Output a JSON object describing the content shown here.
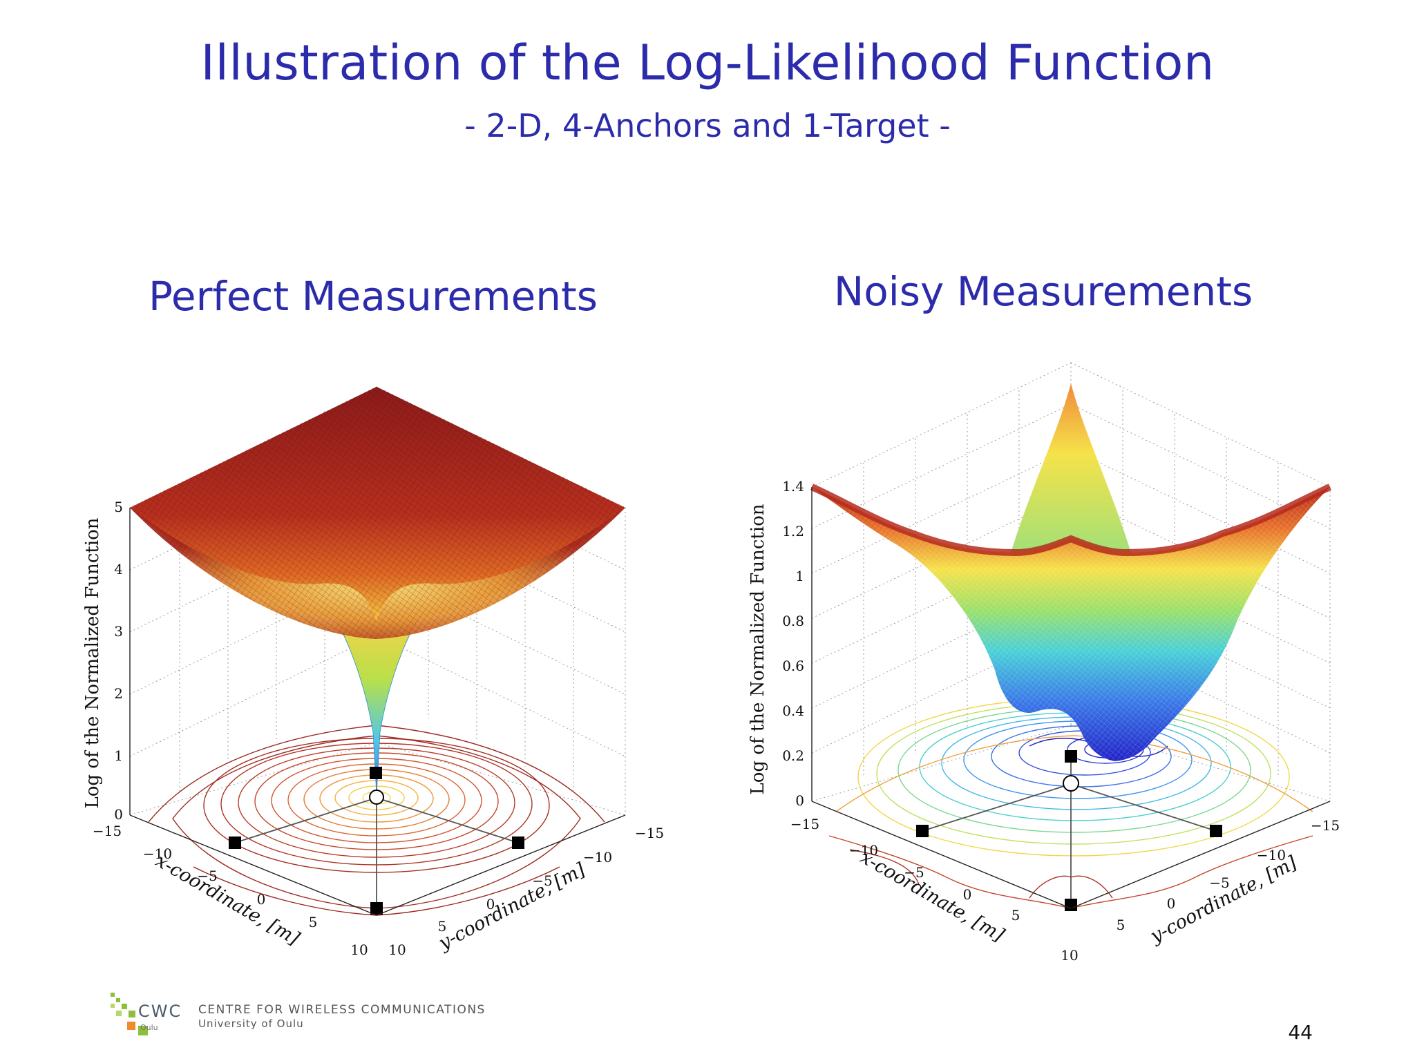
{
  "slide": {
    "title": "Illustration of the Log-Likelihood Function",
    "subtitle": "- 2-D, 4-Anchors and 1-Target -",
    "page_number": "44"
  },
  "panels": {
    "left": {
      "heading": "Perfect Measurements",
      "zlabel": "Log of the Normalized Function",
      "xlabel": "x-coordinate, [m]",
      "ylabel": "y-coordinate, [m]",
      "z_ticks": [
        "5",
        "4",
        "3",
        "2",
        "1",
        "0"
      ],
      "x_ticks": [
        "−15",
        "−10",
        "−5",
        "0",
        "5",
        "10"
      ],
      "y_ticks": [
        "10",
        "5",
        "0",
        "−5",
        "−10",
        "−15"
      ]
    },
    "right": {
      "heading": "Noisy Measurements",
      "zlabel": "Log of the Normalized Function",
      "xlabel": "x-coordinate, [m]",
      "ylabel": "y-coordinate, [m]",
      "z_ticks": [
        "1.4",
        "1.2",
        "1",
        "0.8",
        "0.6",
        "0.4",
        "0.2",
        "0"
      ],
      "x_ticks": [
        "−15",
        "−10",
        "−5",
        "0",
        "5",
        "10"
      ],
      "y_ticks": [
        "5",
        "0",
        "−5",
        "−10",
        "−15"
      ]
    }
  },
  "chart_data": [
    {
      "type": "surface",
      "title": "Perfect Measurements",
      "zlabel": "Log of the Normalized Function",
      "xlabel": "x-coordinate, [m]",
      "ylabel": "y-coordinate, [m]",
      "xlim": [
        -15,
        10
      ],
      "ylim": [
        -15,
        10
      ],
      "zlim": [
        0,
        5
      ],
      "anchors_shown": 4,
      "targets_shown": 1,
      "colormap": "jet",
      "grid": true
    },
    {
      "type": "surface",
      "title": "Noisy Measurements",
      "zlabel": "Log of the Normalized Function",
      "xlabel": "x-coordinate, [m]",
      "ylabel": "y-coordinate, [m]",
      "xlim": [
        -15,
        10
      ],
      "ylim": [
        -15,
        10
      ],
      "zlim": [
        0,
        1.4
      ],
      "anchors_shown": 4,
      "targets_shown": 1,
      "colormap": "jet",
      "grid": true
    }
  ],
  "footer": {
    "logo_text": "CWC",
    "logo_sub": "Oulu",
    "centre_name": "CENTRE FOR WIRELESS COMMUNICATIONS",
    "university": "University of Oulu"
  },
  "colors": {
    "title": "#2b2bab",
    "surface_high": "#8b1a1a",
    "surface_mid": "#f5c842",
    "surface_low": "#3030d0"
  }
}
